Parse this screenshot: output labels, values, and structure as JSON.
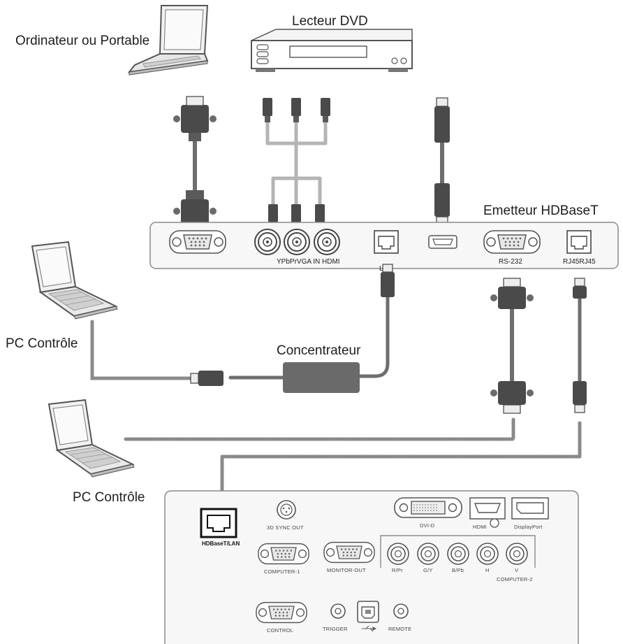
{
  "devices": {
    "computer_label": "Ordinateur ou Portable",
    "dvd_label": "Lecteur DVD",
    "transmitter_label": "Emetteur HDBaseT",
    "hub_label": "Concentrateur",
    "pc_control_1_label": "PC Contrôle",
    "pc_control_2_label": "PC Contrôle"
  },
  "transmitter_ports": {
    "ypbpr_vga_hdmi_label": "YPbPrVGA IN HDMI",
    "lan_label": "LAN",
    "rs232_label": "RS-232",
    "rj45_label": "RJ45RJ45"
  },
  "projector_ports": {
    "hdbaset_lan": "HDBaseT/LAN",
    "sync_3d_out": "3D SYNC OUT",
    "dvi_d": "DVI-D",
    "hdmi": "HDMI",
    "displayport": "DisplayPort",
    "computer_1": "COMPUTER-1",
    "monitor_out": "MONITOR-OUT",
    "r_pr": "R/Pr",
    "g_y": "G/Y",
    "b_pb": "B/Pb",
    "h": "H",
    "v": "V",
    "computer_2": "COMPUTER-2",
    "control": "CONTROL",
    "trigger": "TRIGGER",
    "remote": "REMOTE"
  },
  "colors": {
    "cable": "#6e6e6e",
    "cable_light": "#b4b4b4",
    "connector": "#4a4a4a",
    "outline": "#8a8a8a",
    "panel_fill": "#f7f7f7"
  }
}
